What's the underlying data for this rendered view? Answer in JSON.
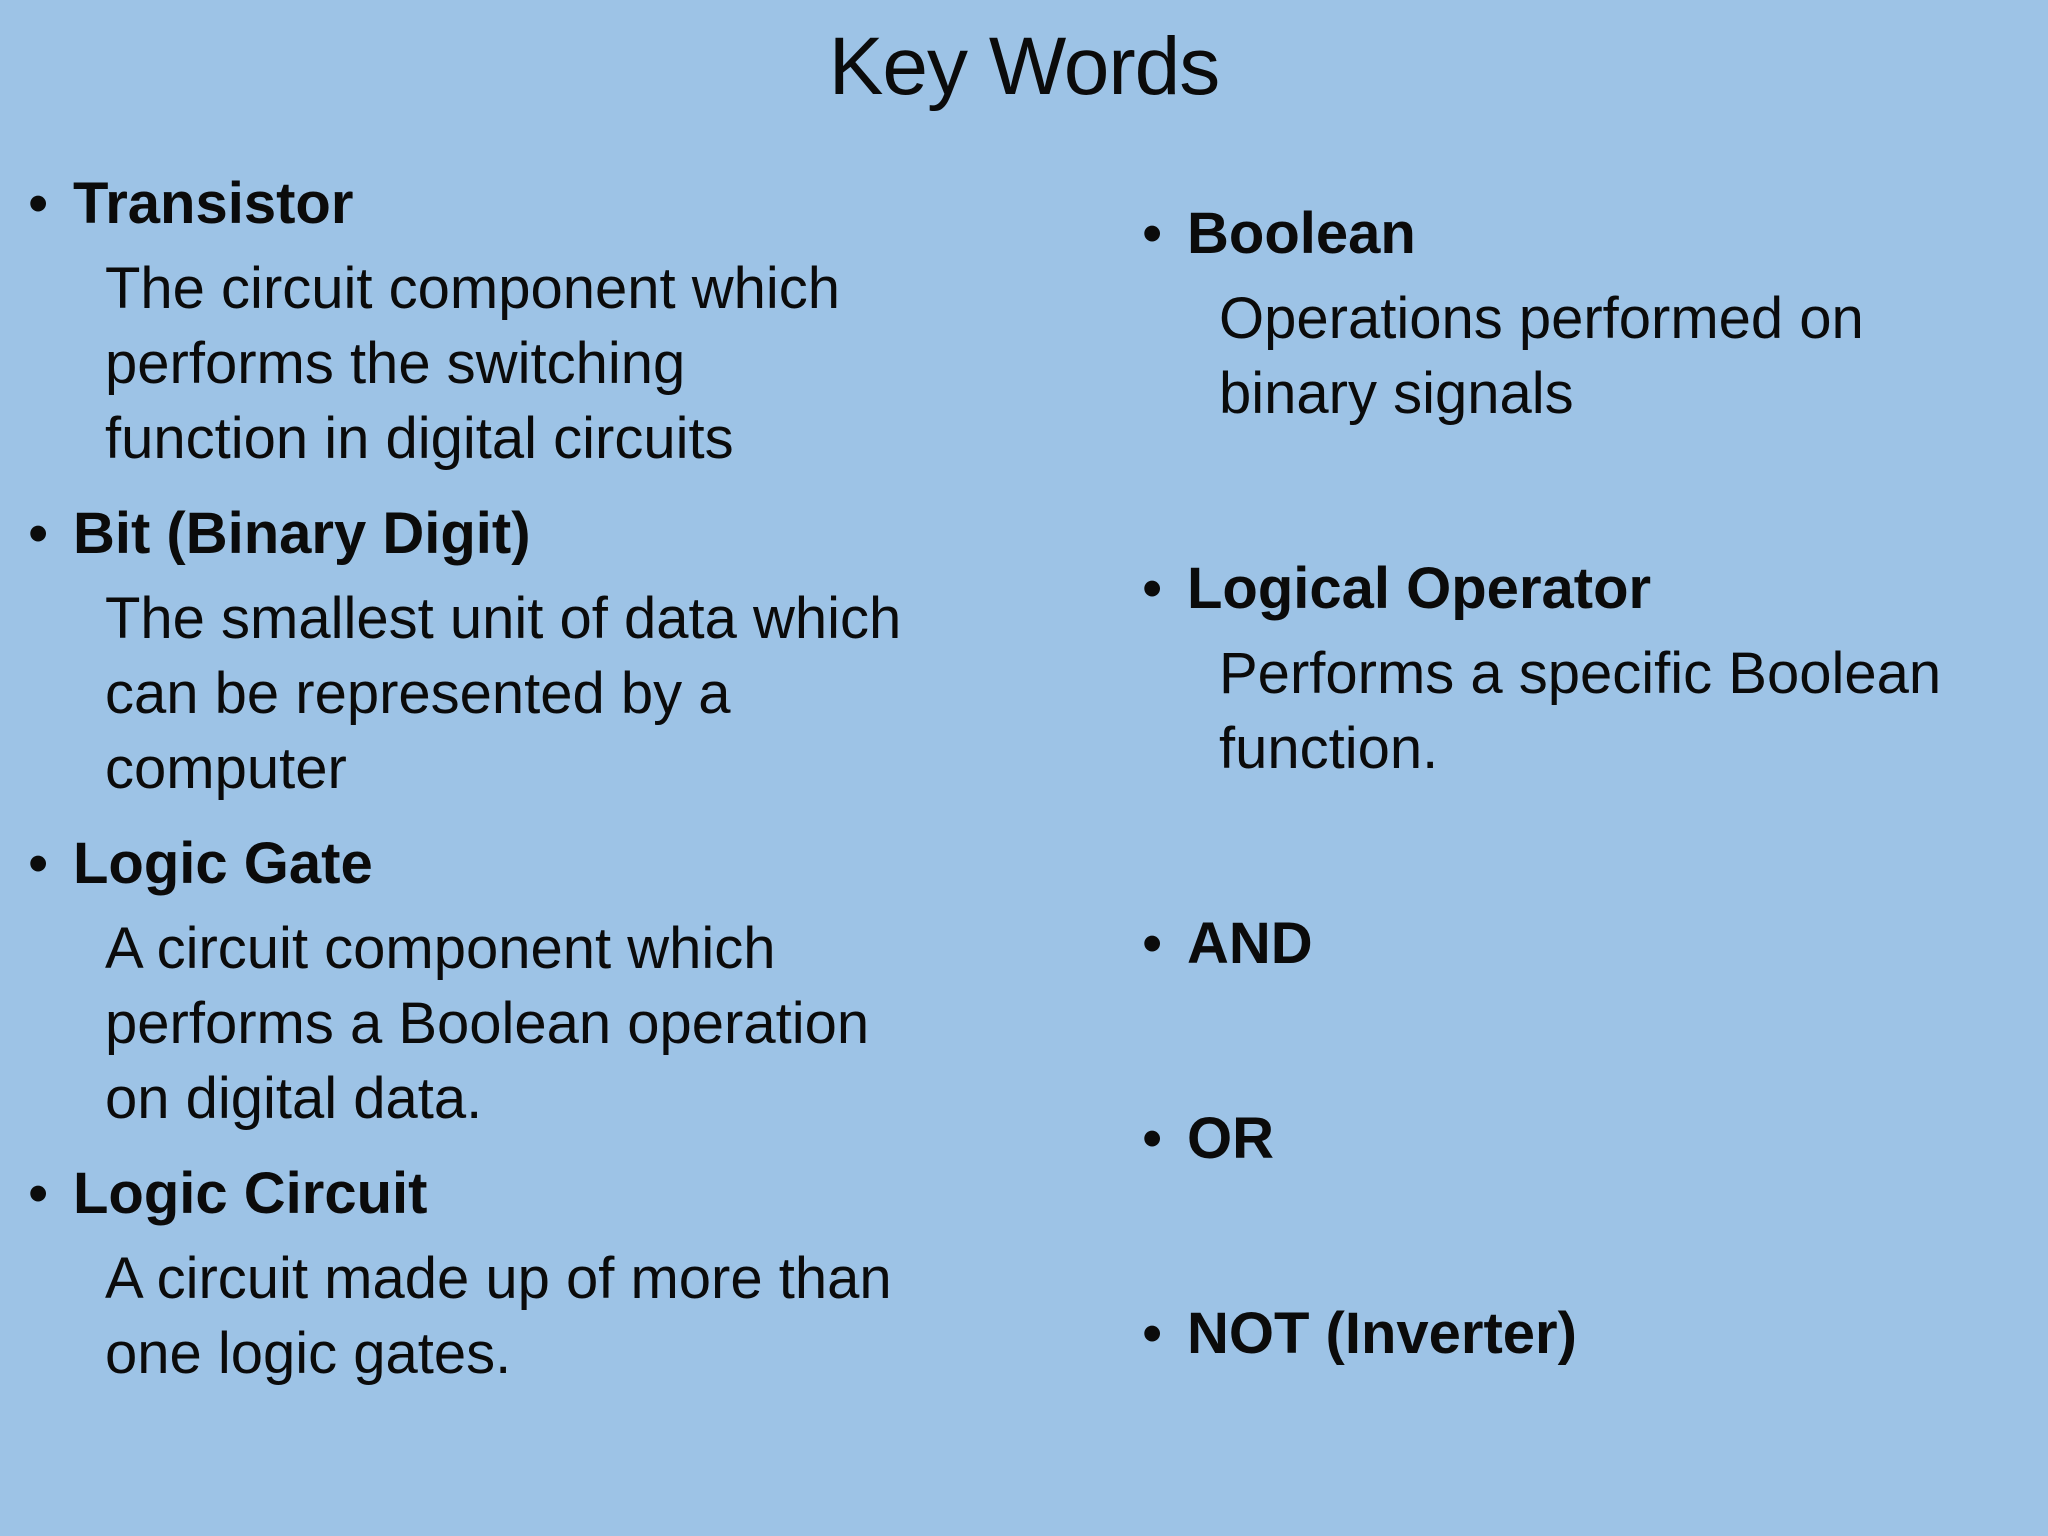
{
  "title": "Key Words",
  "bullet_glyph": "•",
  "colors": {
    "background": "#9dc3e6",
    "text": "#0b0b0b"
  },
  "columns": {
    "left": [
      {
        "term": "Transistor",
        "def_lines": [
          "The circuit component which",
          "performs the switching",
          "function in digital circuits"
        ]
      },
      {
        "term": "Bit (Binary Digit)",
        "def_lines": [
          "The smallest unit of data which",
          "can be represented by a",
          "computer"
        ]
      },
      {
        "term": "Logic Gate",
        "def_lines": [
          "A circuit component which",
          "performs a Boolean operation",
          "on digital data."
        ]
      },
      {
        "term": "Logic Circuit",
        "def_lines": [
          "A circuit made up of more than",
          "one logic gates."
        ]
      }
    ],
    "right": [
      {
        "term": "Boolean",
        "def_lines": [
          "Operations performed on",
          "binary signals"
        ]
      },
      {
        "term": "Logical Operator",
        "def_lines": [
          "Performs a specific Boolean",
          "function."
        ]
      },
      {
        "term": "AND",
        "def_lines": []
      },
      {
        "term": "OR",
        "def_lines": []
      },
      {
        "term": "NOT (Inverter)",
        "def_lines": []
      }
    ]
  }
}
